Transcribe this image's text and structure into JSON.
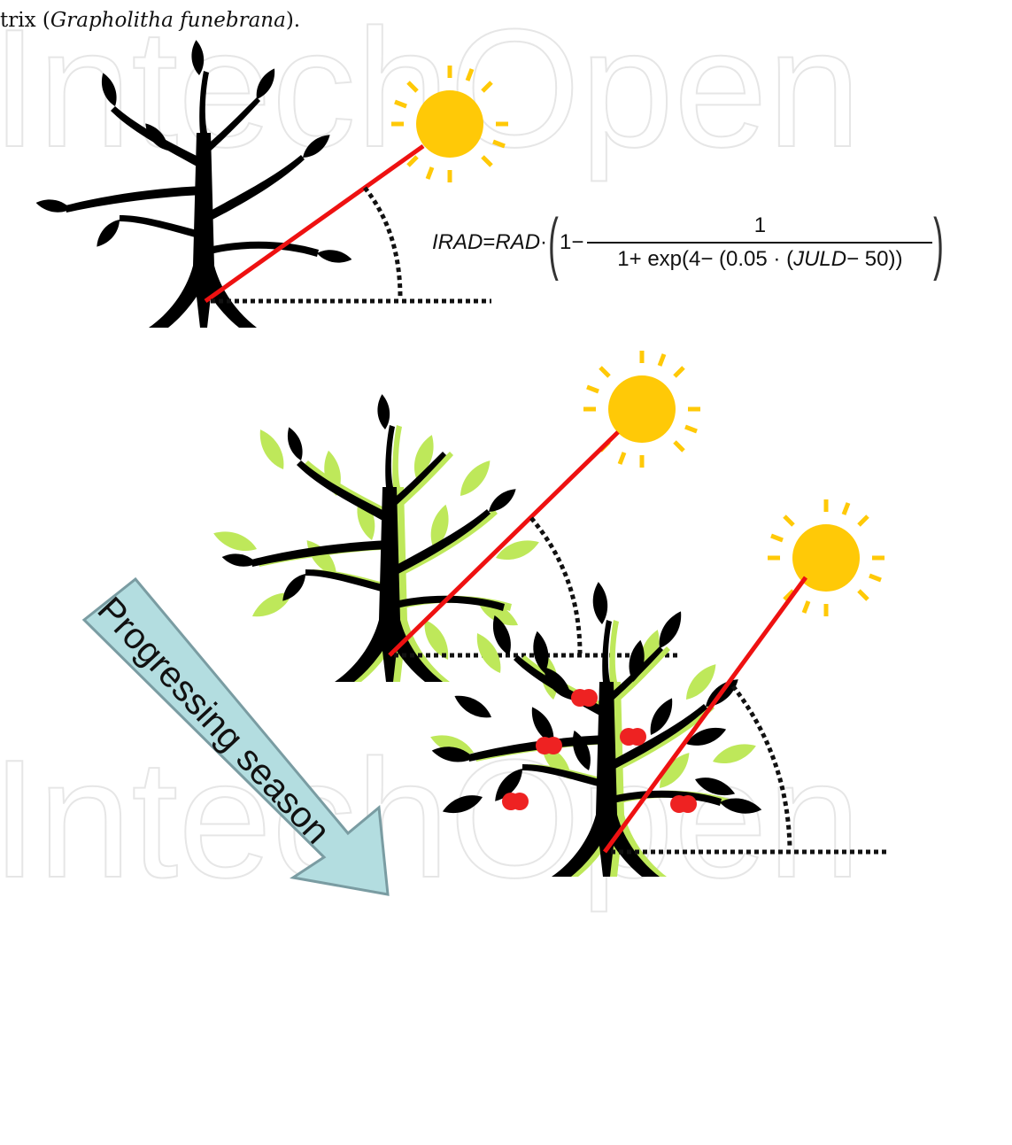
{
  "caption": {
    "prefix": "trix (",
    "species": "Grapholitha funebrana",
    "suffix": ")."
  },
  "watermark": {
    "text": "IntechOpen"
  },
  "formula": {
    "lhs": "IRAD",
    "eq": "=",
    "rad": "RAD",
    "dot": "·",
    "one": "1",
    "minus": "−",
    "numerator": "1",
    "den_pre": "1+ exp(4− (0.05 · (",
    "den_var": "JULD",
    "den_post": "− 50))"
  },
  "arrow": {
    "label": "Progressing season"
  },
  "colors": {
    "sun": "#FFC907",
    "ray": "#EE1111",
    "leaf_green": "#BEE85A",
    "trunk": "#000000",
    "fruit": "#EE2222",
    "arrow_fill": "#B3DDE0",
    "arrow_stroke": "#7A9CA2"
  },
  "icons": [
    "sun-icon",
    "tree-icon",
    "apple-icon",
    "arrow-icon"
  ]
}
